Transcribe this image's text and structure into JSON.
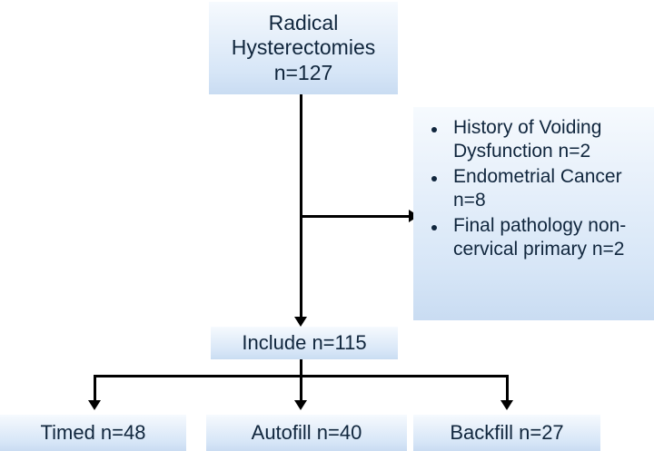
{
  "diagram": {
    "type": "flowchart",
    "title": "Radical Hysterectomy Patient Selection Flow",
    "colors": {
      "box_fill_top": "#f6fafe",
      "box_fill_bottom": "#c9dcf2",
      "text": "#10263d",
      "connector": "#000000"
    },
    "nodes": {
      "top": {
        "line1": "Radical",
        "line2": "Hysterectomies",
        "line3": "n=127",
        "count": 127
      },
      "exclusions": {
        "items": [
          {
            "text": "History of Voiding Dysfunction n=2",
            "count": 2
          },
          {
            "text": "Endometrial Cancer n=8",
            "count": 8
          },
          {
            "text": "Final pathology non-cervical primary n=2",
            "count": 2
          }
        ]
      },
      "include": {
        "label": "Include n=115",
        "count": 115
      },
      "outcomes": [
        {
          "label": "Timed n=48",
          "count": 48
        },
        {
          "label": "Autofill n=40",
          "count": 40
        },
        {
          "label": "Backfill n=27",
          "count": 27
        }
      ]
    }
  }
}
